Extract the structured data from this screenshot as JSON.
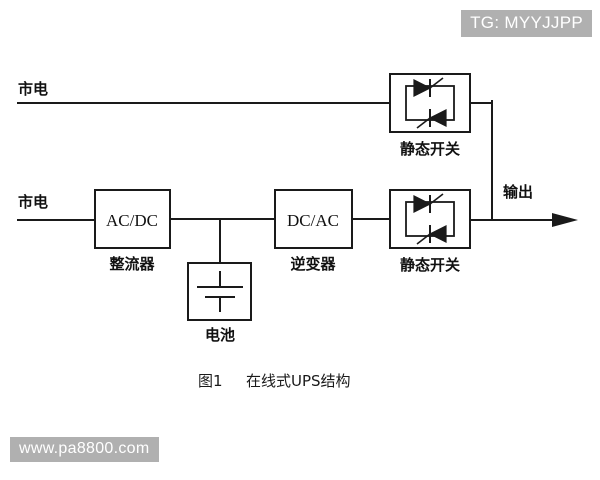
{
  "figure": {
    "caption_number": "图1",
    "caption_text": "在线式UPS结构",
    "title_full": "图1  在线式UPS结构"
  },
  "watermarks": {
    "top_right": "TG: MYYJJPP",
    "bottom_left": "www.pa8800.com",
    "badge_color": "#b0b0b0",
    "badge_text_color": "#ffffff"
  },
  "colors": {
    "line": "#1a1a1a",
    "background": "#ffffff",
    "text": "#111111"
  },
  "labels": {
    "mains_bypass": "市电",
    "mains_main": "市电",
    "output": "输出",
    "rectifier_symbol": "AC/DC",
    "rectifier_name": "整流器",
    "inverter_symbol": "DC/AC",
    "inverter_name": "逆变器",
    "battery_name": "电池",
    "static_switch_top": "静态开关",
    "static_switch_bottom": "静态开关"
  },
  "blocks": [
    {
      "id": "rectifier",
      "symbol": "AC/DC",
      "name": "整流器"
    },
    {
      "id": "inverter",
      "symbol": "DC/AC",
      "name": "逆变器"
    },
    {
      "id": "battery",
      "symbol": "battery-cell",
      "name": "电池"
    },
    {
      "id": "static-switch-top",
      "symbol": "thyristor-pair",
      "name": "静态开关"
    },
    {
      "id": "static-switch-bottom",
      "symbol": "thyristor-pair",
      "name": "静态开关"
    }
  ]
}
